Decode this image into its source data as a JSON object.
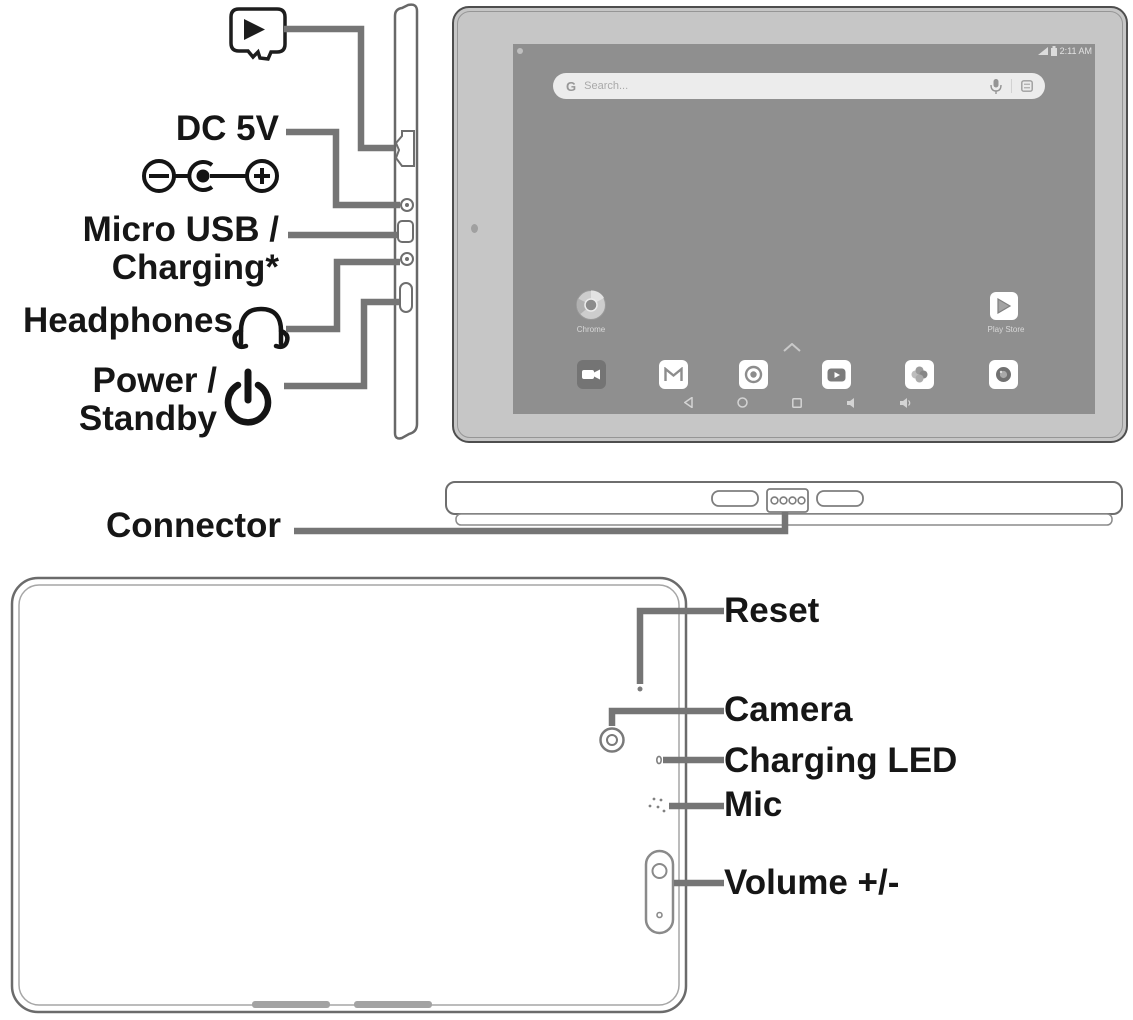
{
  "document": {
    "type": "tablet-device-diagram",
    "background": "#ffffff"
  },
  "colors": {
    "label_text": "#161616",
    "leader_line": "#757575",
    "outline": "#666666",
    "bezel": "#c6c6c6",
    "screen": "#8f8f8f",
    "search_pill": "#ececec"
  },
  "callouts": {
    "microsd": {
      "icon": "microsd-card-icon"
    },
    "dc": {
      "label": "DC 5V",
      "icon": "dc-polarity-icon"
    },
    "micro_usb": {
      "line1": "Micro USB /",
      "line2": "Charging*"
    },
    "headphones": {
      "label": "Headphones",
      "icon": "headphones-icon"
    },
    "power": {
      "line1": "Power /",
      "line2": "Standby",
      "icon": "power-standby-icon"
    },
    "connector": {
      "label": "Connector"
    },
    "reset": {
      "label": "Reset"
    },
    "camera": {
      "label": "Camera"
    },
    "charging_led": {
      "label": "Charging LED"
    },
    "mic": {
      "label": "Mic"
    },
    "volume": {
      "label": "Volume +/-"
    }
  },
  "screen": {
    "status": {
      "time": "2:11 AM",
      "icons": [
        "wifi-icon",
        "battery-icon"
      ]
    },
    "search": {
      "google_g": "G",
      "placeholder": "Search...",
      "icons": [
        "mic-icon",
        "keyboard-icon"
      ]
    },
    "apps": [
      {
        "label": "Chrome",
        "icon": "chrome-icon"
      },
      {
        "label": "Play Store",
        "icon": "play-store-icon"
      }
    ],
    "dock_icons": [
      "camcorder-icon",
      "gmail-icon",
      "chrome-icon",
      "youtube-icon",
      "photos-icon",
      "camera-icon"
    ],
    "nav_icons": [
      "back-icon",
      "home-icon",
      "recents-icon",
      "volume-down-icon",
      "volume-up-icon"
    ]
  }
}
